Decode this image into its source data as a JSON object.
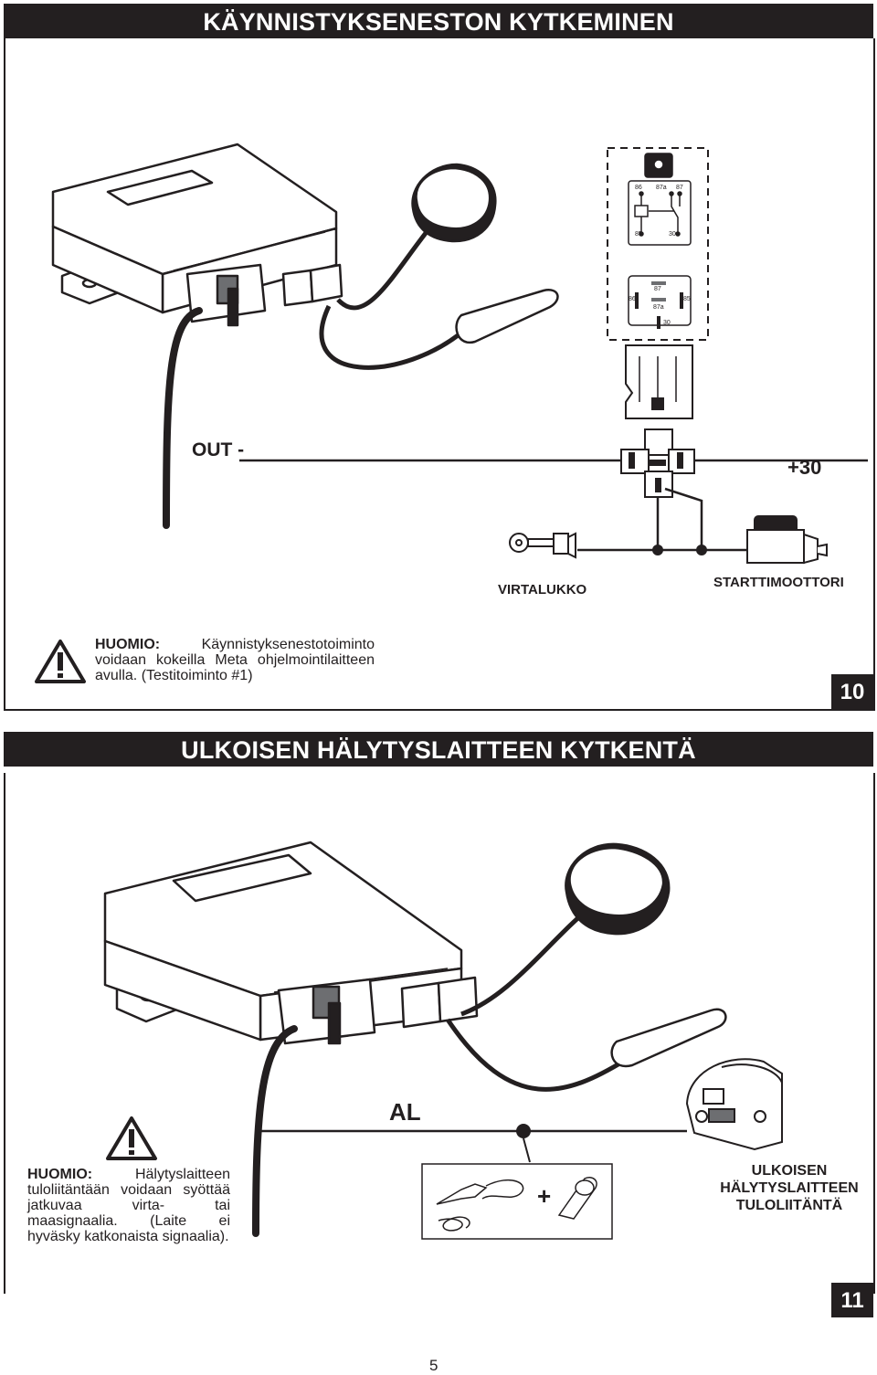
{
  "section1": {
    "title": "KÄYNNISTYKSENESTON KYTKEMINEN",
    "labels": {
      "out": "OUT -",
      "plus30": "+30",
      "ignition": "VIRTALUKKO",
      "starter": "STARTTIMOOTTORI"
    },
    "relay_pins_top": [
      "86",
      "87a",
      "87"
    ],
    "relay_pins_bottom": [
      "85",
      "30"
    ],
    "relay_socket_pins": {
      "p87": "87",
      "p86": "86",
      "p85": "85",
      "p87a": "87a",
      "p30": "30"
    },
    "note": {
      "heading": "HUOMIO:",
      "text_first": "Käynnistyksenestotoiminto",
      "text_rest": "voidaan kokeilla Meta ohjelmointilaitteen avulla. (Testitoiminto #1)"
    },
    "figure_number": "10"
  },
  "section2": {
    "title": "ULKOISEN HÄLYTYSLAITTEEN KYTKENTÄ",
    "labels": {
      "al": "AL",
      "plus": "+",
      "external_input_line1": "ULKOISEN",
      "external_input_line2": "HÄLYTYSLAITTEEN",
      "external_input_line3": "TULOLIITÄNTÄ"
    },
    "note": {
      "heading": "HUOMIO:",
      "text_first": "Hälytyslaitteen",
      "text_rest": "tuloliitäntään voidaan syöttää jatkuvaa virta- tai maasignaalia. (Laite ei hyväsky katkonaista signaalia)."
    },
    "figure_number": "11"
  },
  "page_number": "5",
  "icons": [
    "warning-triangle-icon",
    "gps-antenna-icon",
    "relay-icon",
    "ignition-key-icon",
    "starter-motor-icon",
    "soldering-iron-icon",
    "insulation-tape-icon",
    "siren-icon"
  ]
}
